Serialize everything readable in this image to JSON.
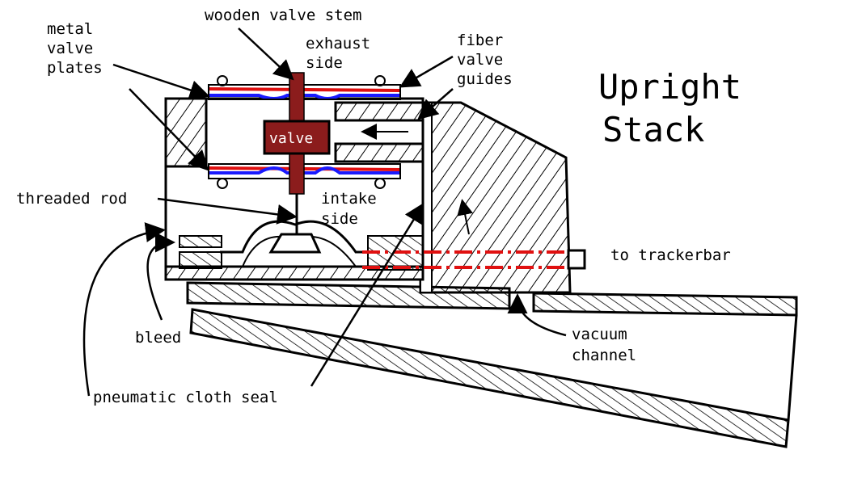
{
  "title": {
    "line1": "Upright",
    "line2": "Stack"
  },
  "labels": {
    "wooden_valve_stem": "wooden valve stem",
    "metal_valve_plates": [
      "metal",
      "valve",
      "plates"
    ],
    "exhaust_side": [
      "exhaust",
      "side"
    ],
    "fiber_valve_guides": [
      "fiber",
      "valve",
      "guides"
    ],
    "valve": "valve",
    "threaded_rod": "threaded rod",
    "intake_side": [
      "intake",
      "side"
    ],
    "to_trackerbar": "to trackerbar",
    "bleed": "bleed",
    "vacuum_channel": [
      "vacuum",
      "channel"
    ],
    "pneumatic_cloth_seal": "pneumatic cloth seal"
  },
  "colors": {
    "ink": "#000000",
    "red": "#e01010",
    "blue": "#1a1aff",
    "stem": "#8b1c1c"
  }
}
